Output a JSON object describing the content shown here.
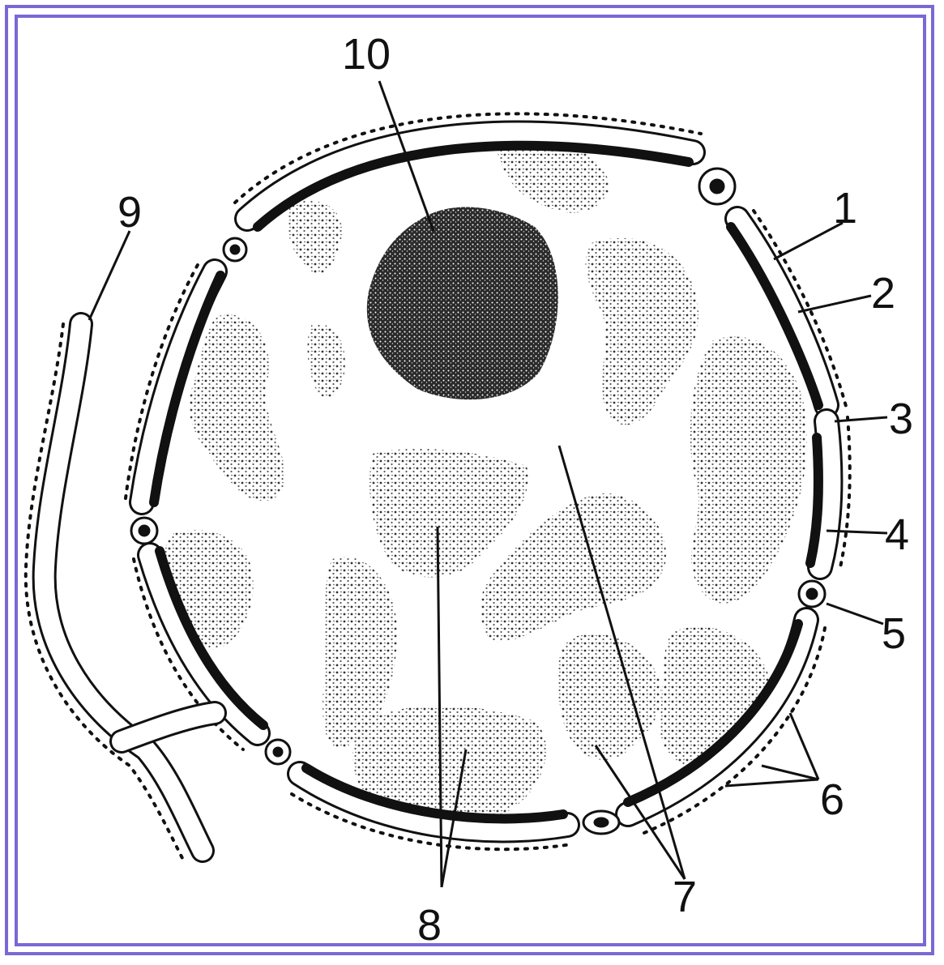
{
  "labels": {
    "l1": "1",
    "l2": "2",
    "l3": "3",
    "l4": "4",
    "l5": "5",
    "l6": "6",
    "l7": "7",
    "l8": "8",
    "l9": "9",
    "l10": "10"
  },
  "colors": {
    "frame": "#7b68d6",
    "ink": "#111111",
    "stipple": "#6a6a6a"
  }
}
